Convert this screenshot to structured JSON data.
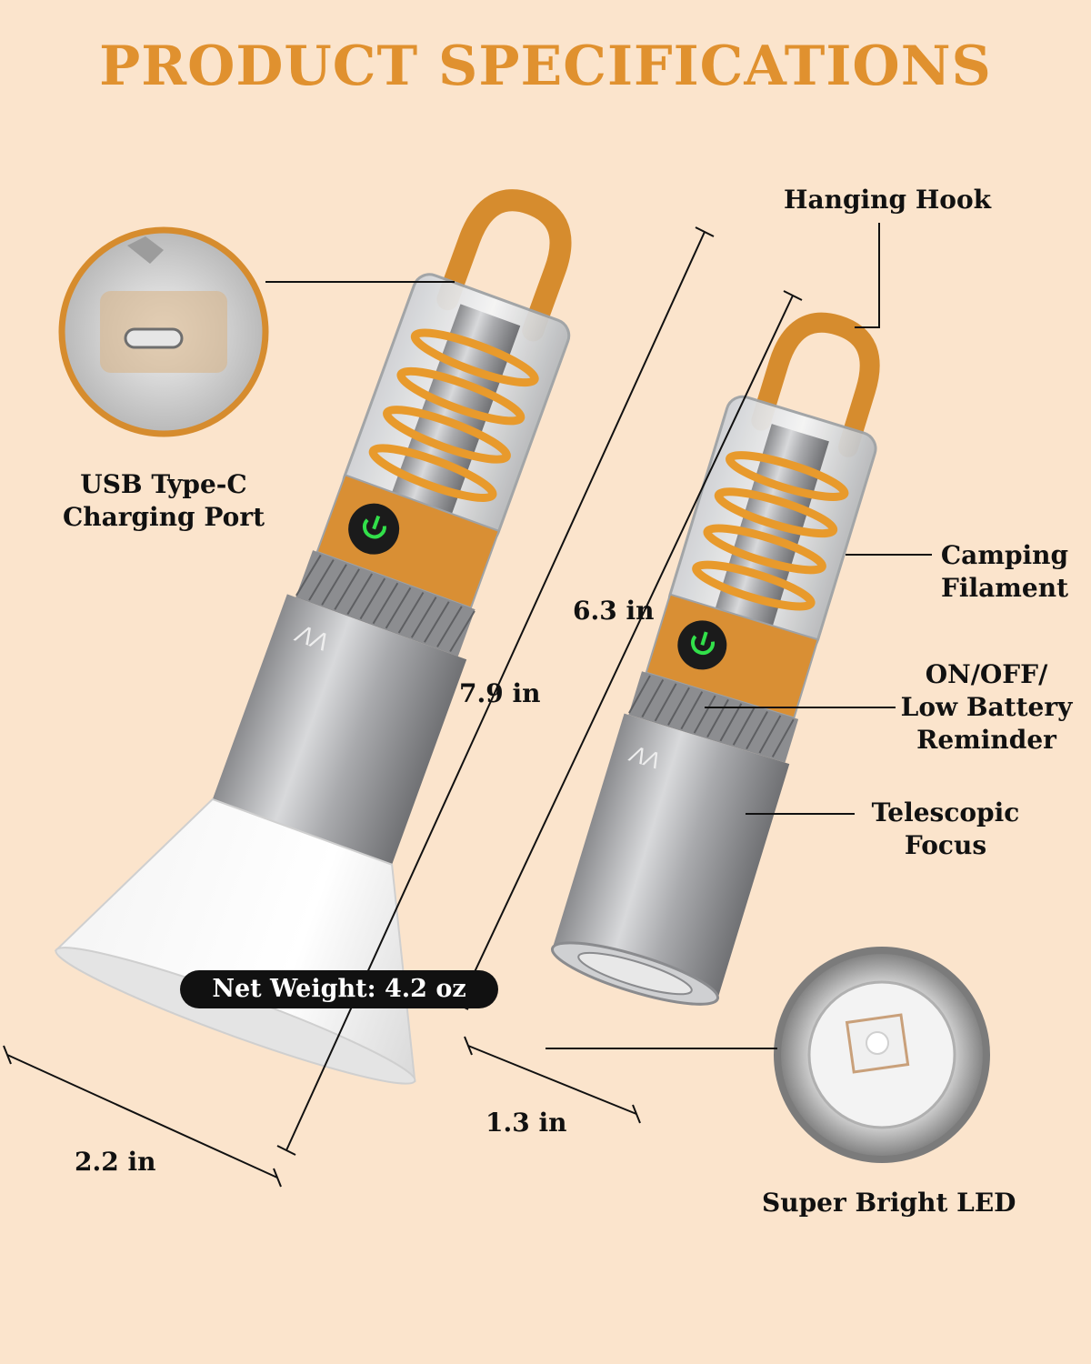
{
  "title": "PRODUCT SPECIFICATIONS",
  "labels": {
    "usb": [
      "USB Type-C",
      "Charging Port"
    ],
    "hook": "Hanging Hook",
    "filament": [
      "Camping",
      "Filament"
    ],
    "onoff": [
      "ON/OFF/",
      "Low Battery",
      "Reminder"
    ],
    "focus": [
      "Telescopic",
      "Focus"
    ],
    "led": "Super Bright LED"
  },
  "dimensions": {
    "length_large": "7.9 in",
    "length_small": "6.3 in",
    "width_large": "2.2 in",
    "width_small": "1.3 in"
  },
  "weight": "Net Weight: 4.2 oz",
  "colors": {
    "background": "#fbe4cc",
    "accent": "#e0912f",
    "metal": "#a4a5a7",
    "button_glow": "#32e04a"
  },
  "icons": [
    "power-icon",
    "brand-logo"
  ]
}
